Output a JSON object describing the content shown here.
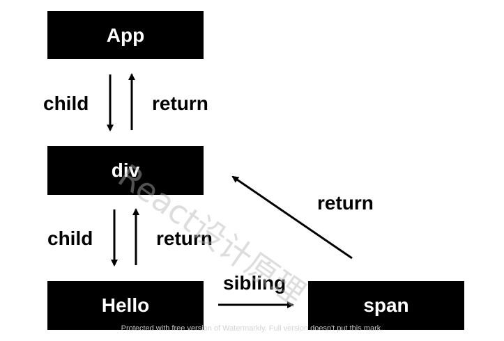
{
  "diagram": {
    "nodes": {
      "app": "App",
      "div": "div",
      "hello": "Hello",
      "span": "span"
    },
    "edges": {
      "app_div_child": "child",
      "div_app_return": "return",
      "div_hello_child": "child",
      "hello_div_return": "return",
      "hello_span_sibling": "sibling",
      "span_div_return": "return"
    },
    "colors": {
      "node_fill": "#000000",
      "node_text": "#ffffff",
      "arrow": "#000000"
    }
  },
  "watermark": {
    "diagonal": "React设计原理",
    "footer": "Protected with free version of Watermarkly. Full version doesn't put this mark."
  }
}
